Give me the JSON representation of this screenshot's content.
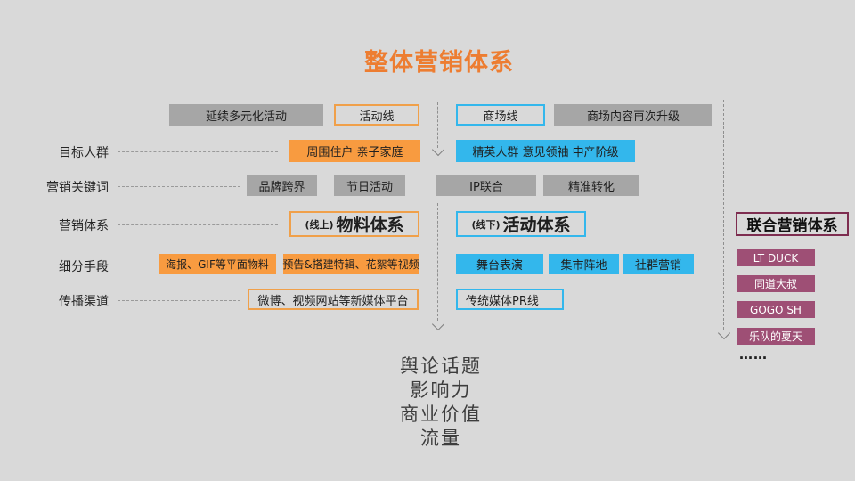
{
  "title": "整体营销体系",
  "colors": {
    "background": "#D9D9D9",
    "title_orange": "#ED7D31",
    "accent_orange": "#F89B40",
    "accent_blue": "#33B7EC",
    "accent_maroon": "#9E4F75",
    "maroon_border": "#7E2D50",
    "box_gray": "#A6A6A6"
  },
  "top_row": {
    "multi_activities": "延续多元化活动",
    "activity_line": "活动线",
    "mall_line": "商场线",
    "mall_upgrade": "商场内容再次升级"
  },
  "rows": {
    "audience": {
      "label": "目标人群",
      "left": "周围住户 亲子家庭",
      "right": "精英人群 意见领袖 中产阶级"
    },
    "keywords": {
      "label": "营销关键词",
      "items": [
        "品牌跨界",
        "节日活动",
        "IP联合",
        "精准转化"
      ]
    },
    "system": {
      "label": "营销体系",
      "left_prefix": "(线上)",
      "left_name": "物料体系",
      "right_prefix": "(线下)",
      "right_name": "活动体系"
    },
    "tactics": {
      "label": "细分手段",
      "left_items": [
        "海报、GIF等平面物料",
        "预告&搭建特辑、花絮等视频"
      ],
      "right_items": [
        "舞台表演",
        "集市阵地",
        "社群营销"
      ]
    },
    "channels": {
      "label": "传播渠道",
      "left": "微博、视频网站等新媒体平台",
      "right": "传统媒体PR线"
    }
  },
  "joint": {
    "title": "联合营销体系",
    "partners": [
      "LT DUCK",
      "同道大叔",
      "GOGO SH",
      "乐队的夏天"
    ],
    "more": "……"
  },
  "outcomes": [
    "舆论话题",
    "影响力",
    "商业价值",
    "流量"
  ]
}
